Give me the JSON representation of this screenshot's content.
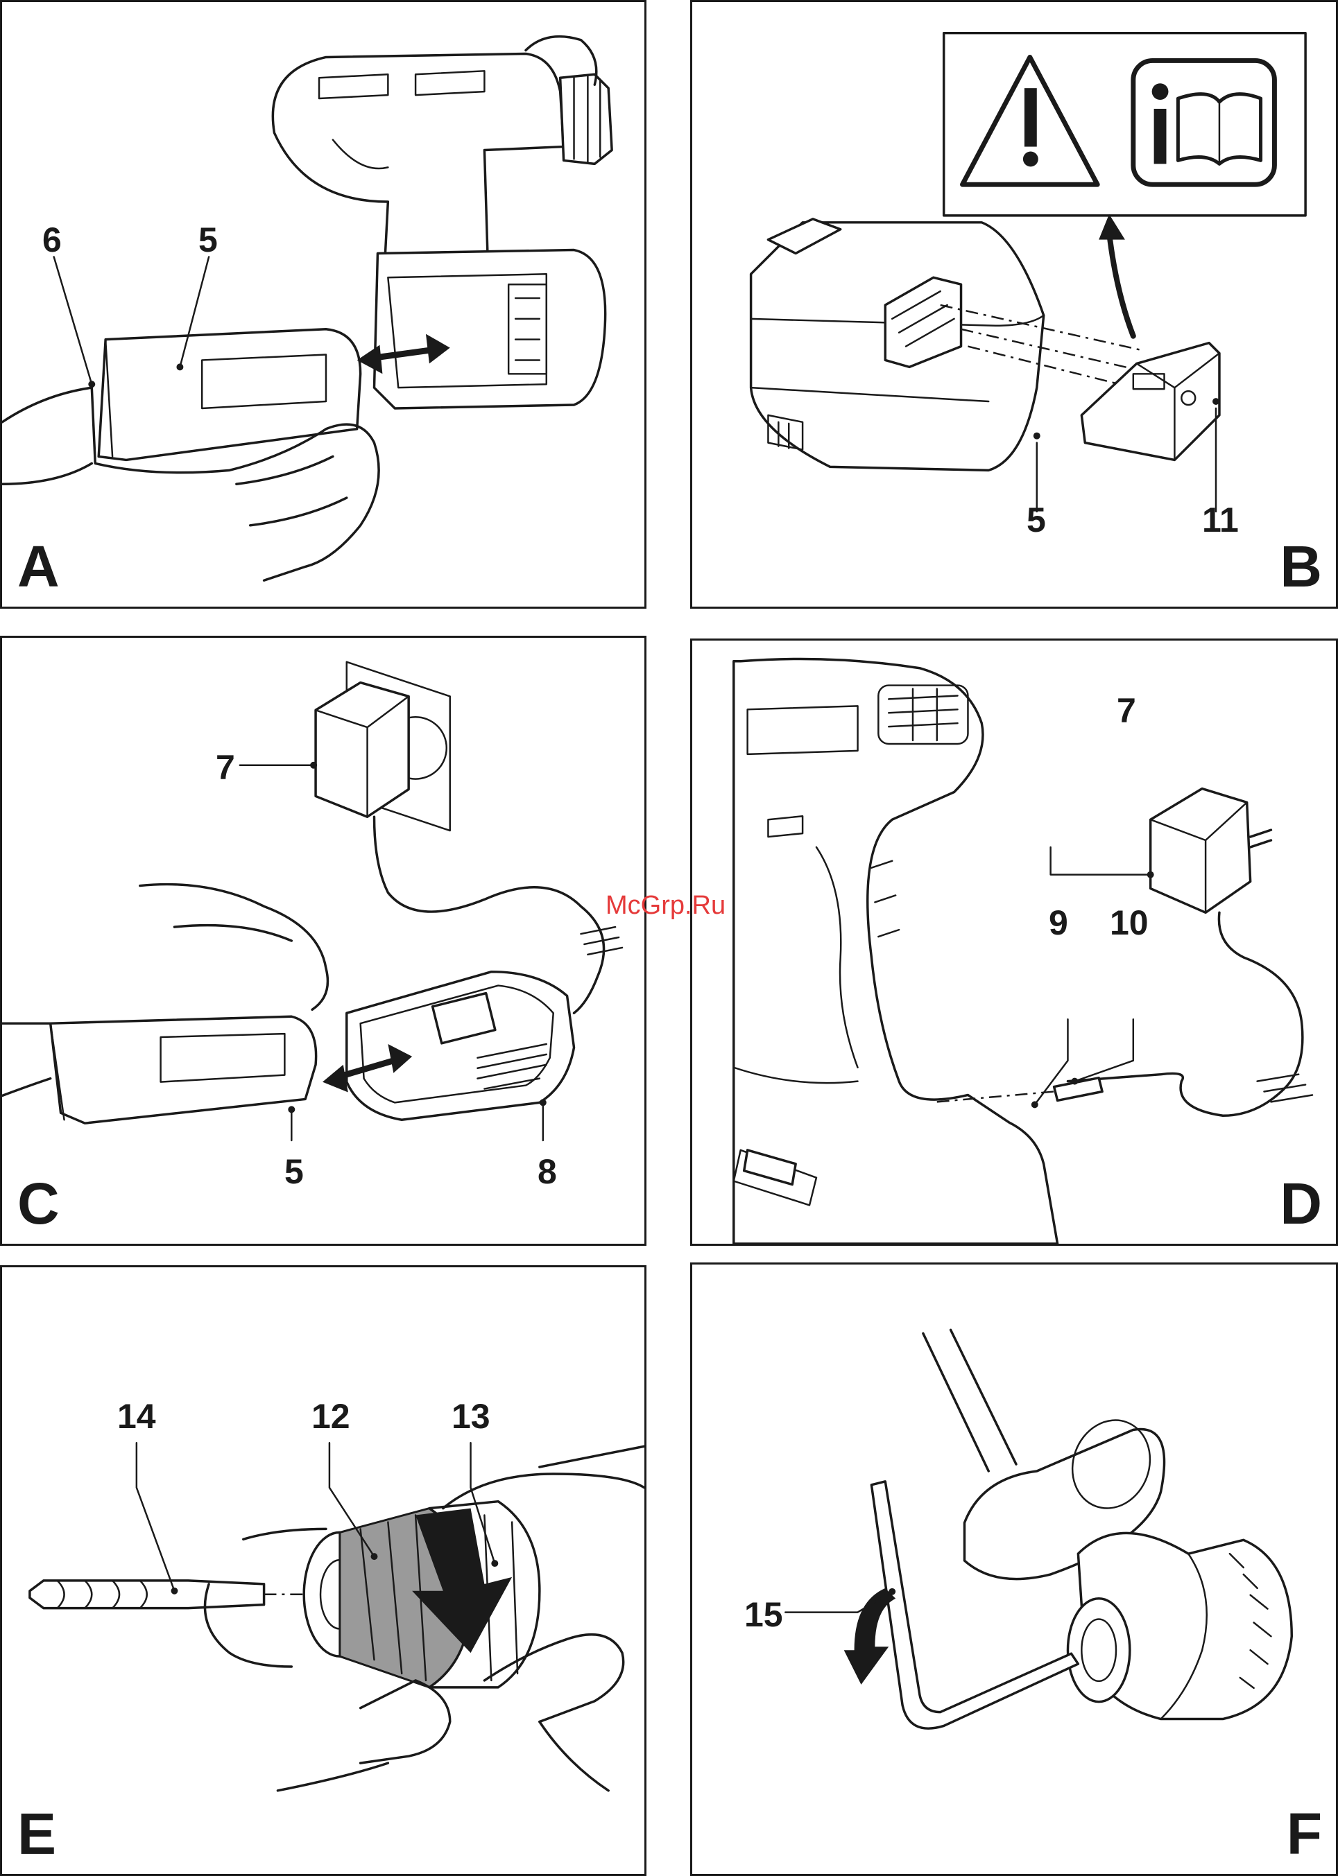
{
  "watermark": "McGrp.Ru",
  "panels": [
    {
      "label": "A",
      "callouts": [
        "6",
        "5"
      ]
    },
    {
      "label": "B",
      "callouts": [
        "5",
        "11"
      ]
    },
    {
      "label": "C",
      "callouts": [
        "7",
        "5",
        "8"
      ]
    },
    {
      "label": "D",
      "callouts": [
        "7",
        "9",
        "10"
      ]
    },
    {
      "label": "E",
      "callouts": [
        "14",
        "12",
        "13"
      ]
    },
    {
      "label": "F",
      "callouts": [
        "15"
      ]
    }
  ],
  "icons": [
    "warning-triangle-icon",
    "read-manual-icon",
    "double-arrow-icon",
    "rotation-arrow-icon"
  ]
}
